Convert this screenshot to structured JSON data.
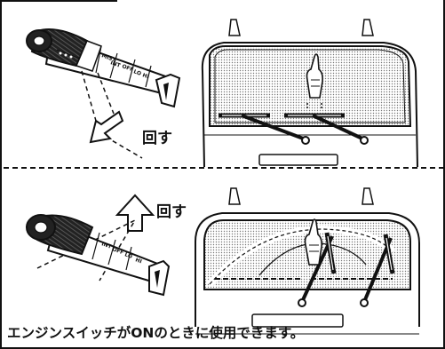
{
  "top_panel": {
    "rotate_label": "回す",
    "stalk_markings": [
      "MIST",
      "INT",
      "OFF",
      "LO",
      "HI"
    ]
  },
  "bottom_panel": {
    "rotate_label": "回す",
    "stalk_markings": [
      "INT",
      "OFF",
      "LO",
      "HI"
    ]
  },
  "note": "エンジンスイッチがONのときに使用できます。"
}
